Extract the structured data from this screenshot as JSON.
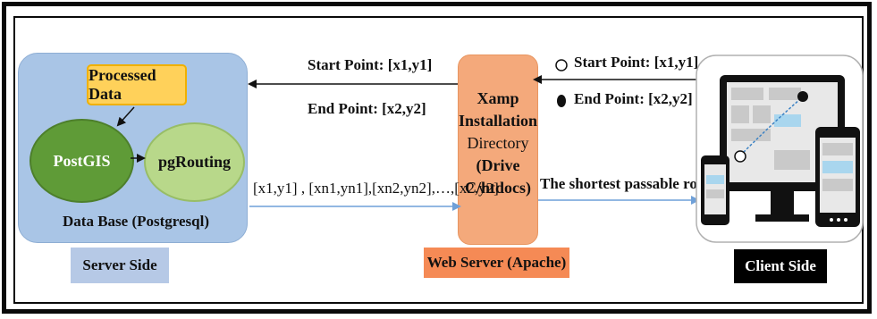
{
  "server": {
    "processed_data": "Processed Data",
    "postgis": "PostGIS",
    "pgrouting": "pgRouting",
    "database": "Data Base (Postgresql)",
    "side_label": "Server Side"
  },
  "messages": {
    "request_start": "Start Point: [x1,y1]",
    "request_end": "End Point: [x2,y2]",
    "route_coords": "[x1,y1] , [xn1,yn1],[xn2,yn2],…,[x2,y2]",
    "client_start": "Start Point: [x1,y1]",
    "client_end": "End Point: [x2,y2]",
    "shortest_route": "The shortest passable route"
  },
  "web": {
    "line1": "Xamp",
    "line2": "Installation",
    "line3": "Directory",
    "line4": "(Drive",
    "line5": "C/htdocs)",
    "label": "Web Server (Apache)"
  },
  "client": {
    "side_label": "Client Side",
    "devices_icon": "devices-icon"
  },
  "colors": {
    "database_panel": "#a9c5e6",
    "processed_data": "#ffd15a",
    "postgis": "#5f9b37",
    "pgrouting": "#b8d88a",
    "web_server": "#f4a97b",
    "web_server_label": "#f58a55",
    "route_line": "#6fa0d8"
  }
}
